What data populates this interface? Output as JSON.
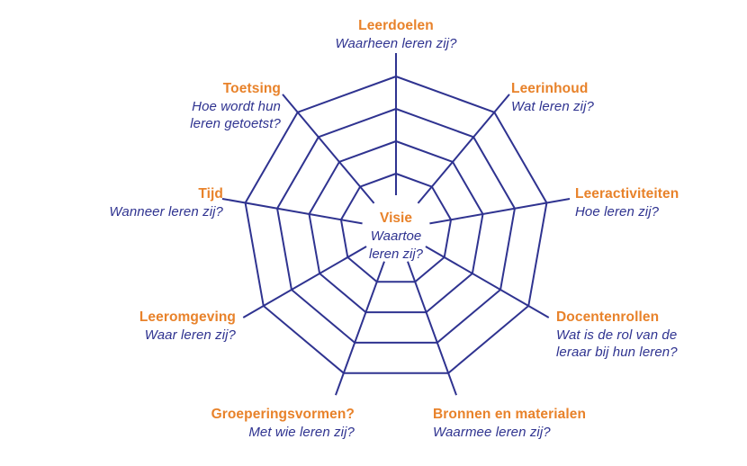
{
  "diagram": {
    "type": "radial-spider-web",
    "shape": "nonagon",
    "spoke_count": 9,
    "ring_count": 4,
    "colors": {
      "line": "#2f3390",
      "title": "#e8822a",
      "subtitle": "#2f3390",
      "background": "#ffffff"
    },
    "center": {
      "title": "Visie",
      "subtitle_line1": "Waartoe",
      "subtitle_line2": "leren zij?"
    },
    "spokes": [
      {
        "id": "leerdoelen",
        "title": "Leerdoelen",
        "subtitle_line1": "Waarheen leren zij?",
        "subtitle_line2": "",
        "align": "center"
      },
      {
        "id": "leerinhoud",
        "title": "Leerinhoud",
        "subtitle_line1": "Wat leren zij?",
        "subtitle_line2": "",
        "align": "left"
      },
      {
        "id": "leeractiviteiten",
        "title": "Leeractiviteiten",
        "subtitle_line1": "Hoe leren zij?",
        "subtitle_line2": "",
        "align": "left"
      },
      {
        "id": "docentenrollen",
        "title": "Docentenrollen",
        "subtitle_line1": "Wat is de rol van de",
        "subtitle_line2": "leraar bij hun leren?",
        "align": "left"
      },
      {
        "id": "bronnen-en-materialen",
        "title": "Bronnen en materialen",
        "subtitle_line1": "Waarmee leren zij?",
        "subtitle_line2": "",
        "align": "left"
      },
      {
        "id": "groeperingsvormen",
        "title": "Groeperingsvormen?",
        "subtitle_line1": "Met wie leren zij?",
        "subtitle_line2": "",
        "align": "right"
      },
      {
        "id": "leeromgeving",
        "title": "Leeromgeving",
        "subtitle_line1": "Waar leren zij?",
        "subtitle_line2": "",
        "align": "right"
      },
      {
        "id": "tijd",
        "title": "Tijd",
        "subtitle_line1": "Wanneer leren zij?",
        "subtitle_line2": "",
        "align": "right"
      },
      {
        "id": "toetsing",
        "title": "Toetsing",
        "subtitle_line1": "Hoe wordt hun",
        "subtitle_line2": "leren getoetst?",
        "align": "right"
      }
    ]
  }
}
